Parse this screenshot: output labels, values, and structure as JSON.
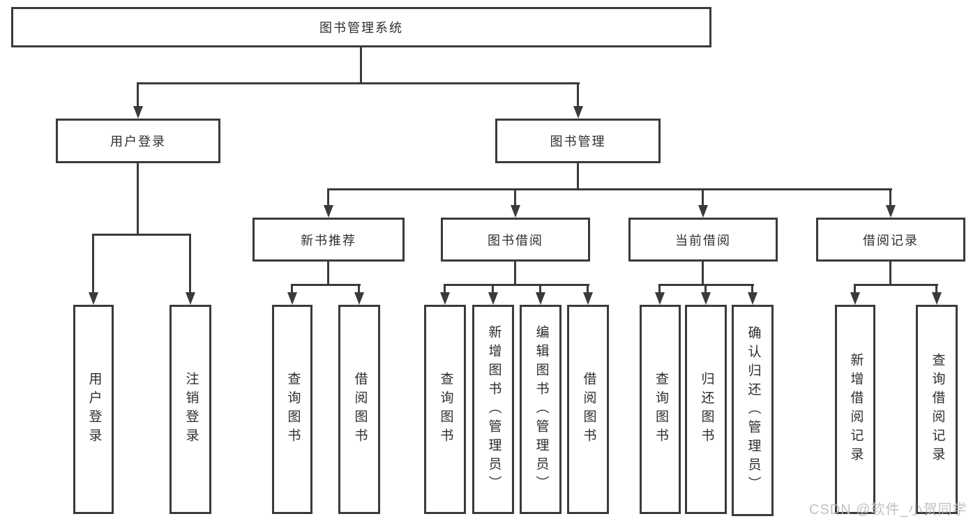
{
  "tree": {
    "root": "图书管理系统",
    "login_branch": {
      "label": "用户登录",
      "children": [
        "用户登录",
        "注销登录"
      ]
    },
    "mgmt_branch": {
      "label": "图书管理",
      "groups": [
        {
          "label": "新书推荐",
          "children": [
            "查询图书",
            "借阅图书"
          ]
        },
        {
          "label": "图书借阅",
          "children": [
            "查询图书",
            "新增图书（管理员）",
            "编辑图书（管理员）",
            "借阅图书"
          ]
        },
        {
          "label": "当前借阅",
          "children": [
            "查询图书",
            "归还图书",
            "确认归还（管理员）"
          ]
        },
        {
          "label": "借阅记录",
          "children": [
            "新增借阅记录",
            "查询借阅记录"
          ]
        }
      ]
    }
  },
  "watermark": "CSDN @软件_小贺同学",
  "colors": {
    "line": "#3a3a3a",
    "text": "#2e2e2e",
    "background": "#ffffff"
  }
}
